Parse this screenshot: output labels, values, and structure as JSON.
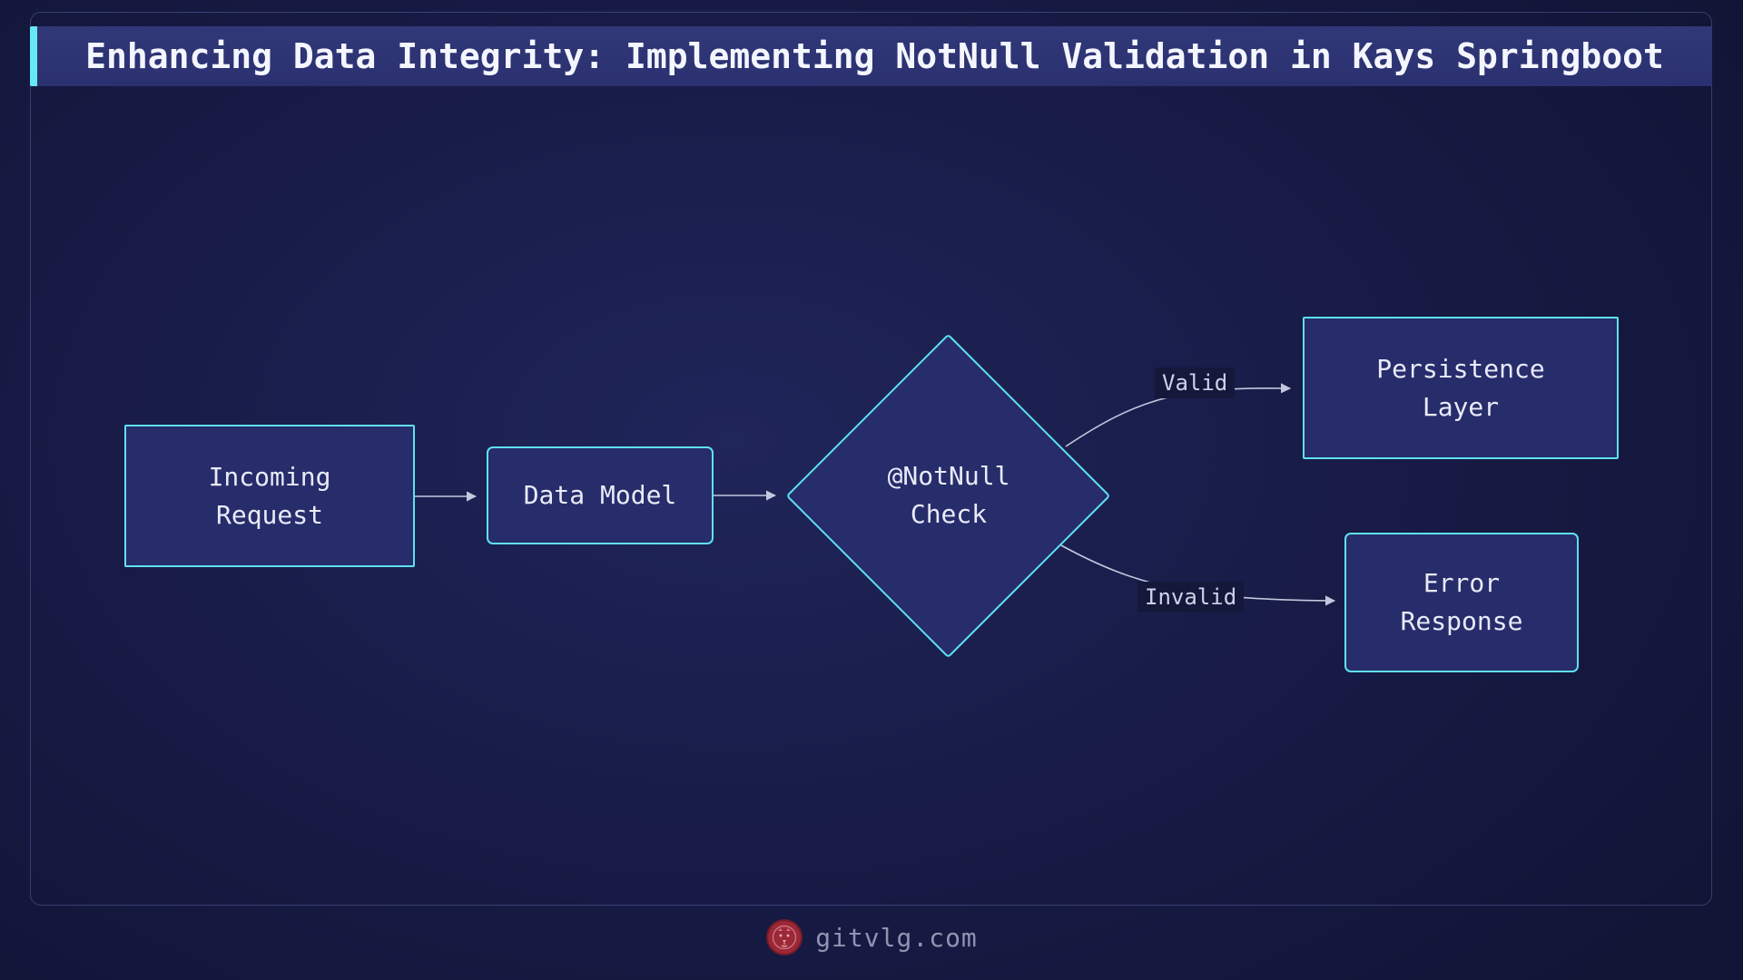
{
  "title": "Enhancing Data Integrity: Implementing NotNull Validation in Kays Springboot",
  "diagram": {
    "nodes": {
      "incoming_request": "Incoming\nRequest",
      "data_model": "Data Model",
      "notnull_check": "@NotNull\nCheck",
      "persistence_layer": "Persistence\nLayer",
      "error_response": "Error\nResponse"
    },
    "edge_labels": {
      "valid": "Valid",
      "invalid": "Invalid"
    }
  },
  "footer": {
    "site": "gitvlg.com"
  },
  "colors": {
    "accent_cyan": "#5fe1ef",
    "node_fill": "#272c6b",
    "title_bar_bg": "#2d3374",
    "background": "#14183e",
    "edge_stroke": "#c3c8de",
    "edge_chip_bg": "#14183a",
    "logo_red": "#9c2736",
    "footer_text": "#8e94b2"
  }
}
